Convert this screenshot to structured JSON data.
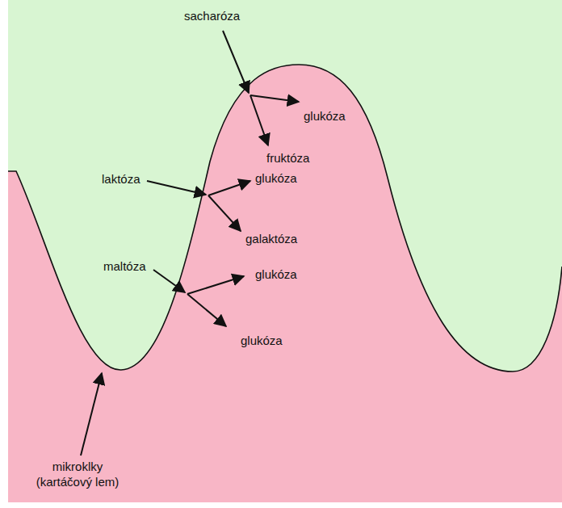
{
  "diagram": {
    "labels": [
      "sacharóza",
      "glukóza",
      "fruktóza",
      "laktóza",
      "glukóza",
      "galaktóza",
      "maltóza",
      "glukóza",
      "glukóza",
      "mikroklky (kartáčový lem)"
    ]
  }
}
